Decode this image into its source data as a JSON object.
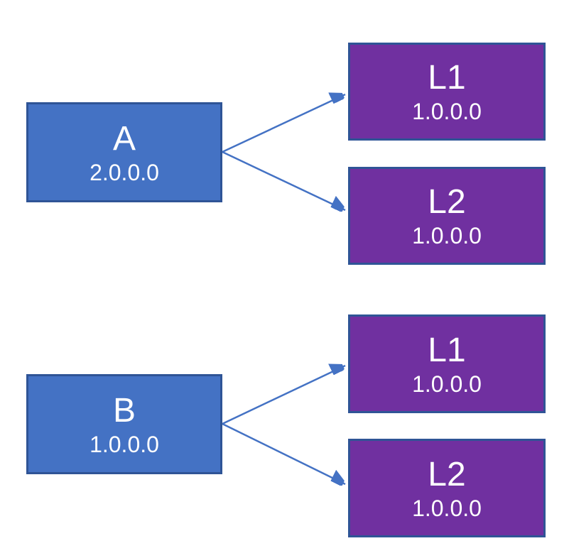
{
  "diagram": {
    "type": "dependency-graph",
    "colors": {
      "background": "#ffffff",
      "package_fill": "#4472C4",
      "library_fill": "#7030A0",
      "border": "#2F5496",
      "arrow": "#4472C4",
      "text": "#ffffff"
    },
    "groups": [
      {
        "source": {
          "label": "A",
          "version": "2.0.0.0"
        },
        "targets": [
          {
            "label": "L1",
            "version": "1.0.0.0"
          },
          {
            "label": "L2",
            "version": "1.0.0.0"
          }
        ]
      },
      {
        "source": {
          "label": "B",
          "version": "1.0.0.0"
        },
        "targets": [
          {
            "label": "L1",
            "version": "1.0.0.0"
          },
          {
            "label": "L2",
            "version": "1.0.0.0"
          }
        ]
      }
    ],
    "edges": [
      {
        "from": "A",
        "to": "L1"
      },
      {
        "from": "A",
        "to": "L2"
      },
      {
        "from": "B",
        "to": "L1"
      },
      {
        "from": "B",
        "to": "L2"
      }
    ]
  }
}
